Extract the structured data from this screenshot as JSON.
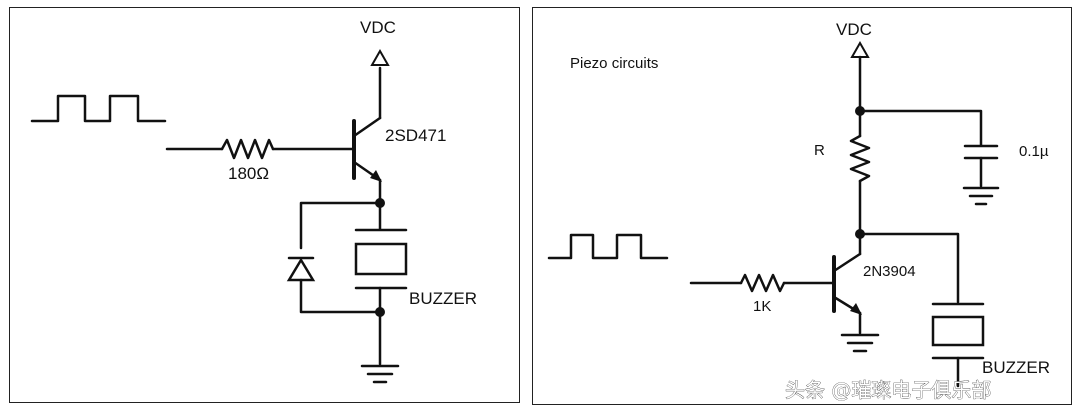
{
  "left_circuit": {
    "supply_label": "VDC",
    "transistor_label": "2SD471",
    "resistor_label": "180Ω",
    "buzzer_label": "BUZZER"
  },
  "right_circuit": {
    "title": "Piezo circuits",
    "supply_label": "VDC",
    "resistor_r_label": "R",
    "capacitor_label": "0.1µ",
    "transistor_label": "2N3904",
    "resistor_1k_label": "1K",
    "buzzer_label": "BUZZER"
  },
  "watermark": "头条 @璀璨电子俱乐部"
}
